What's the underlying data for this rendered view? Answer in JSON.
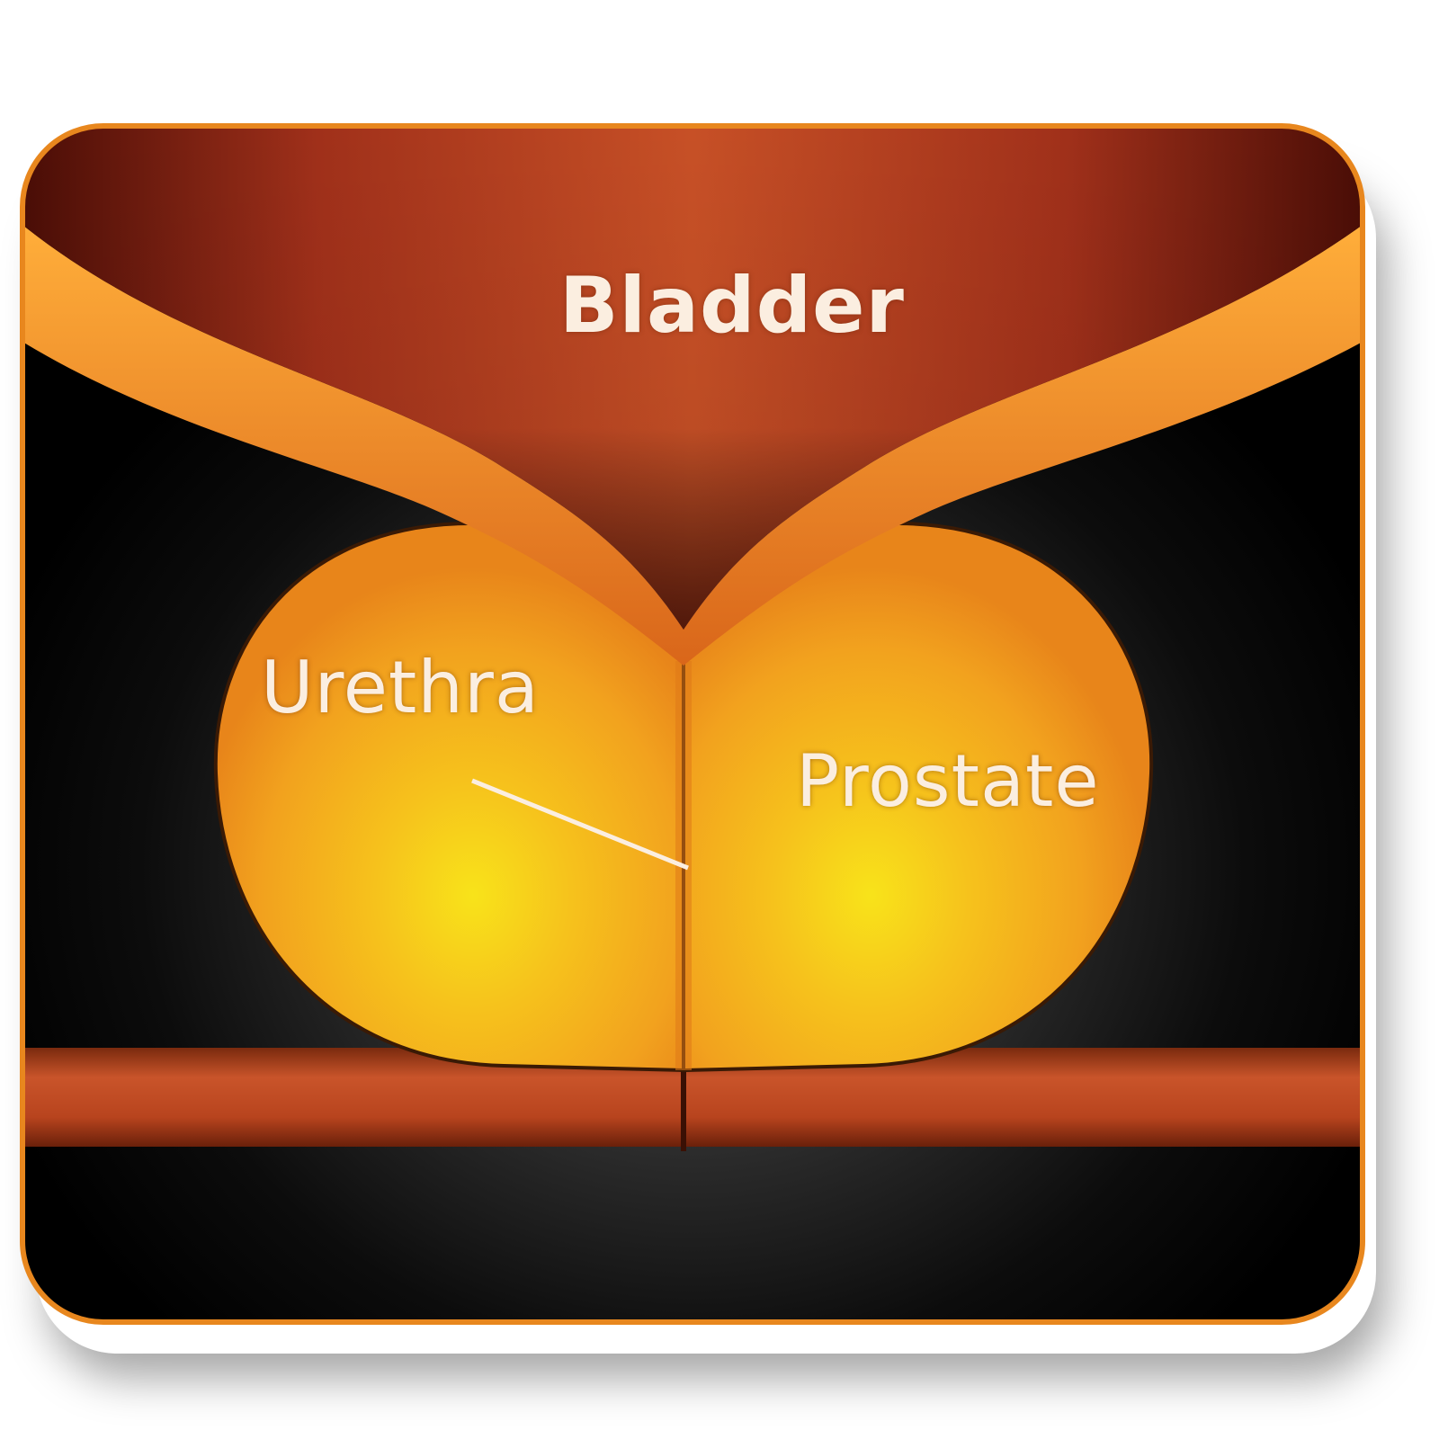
{
  "labels": {
    "bladder": "Bladder",
    "urethra": "Urethra",
    "prostate": "Prostate"
  },
  "colors": {
    "background": "#000000",
    "bladder": "#b33b1c",
    "bladder_rim": "#f28c1e",
    "prostate_center": "#f7e21a",
    "prostate_edge": "#f0941c",
    "urethra_band": "#c04a22",
    "label_text": "#fbeee0"
  }
}
